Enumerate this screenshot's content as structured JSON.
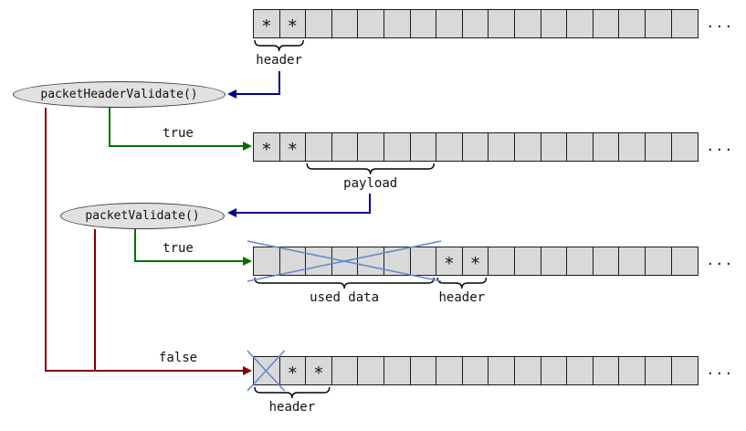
{
  "colors": {
    "cell_fill": "#d9d9d9",
    "cell_border": "#1c1c1c",
    "node_fill": "#e1e1e1",
    "node_border": "#3f3f3f",
    "arrow_blue": "#00008b",
    "arrow_green": "#007000",
    "arrow_red": "#7f0000",
    "cross_blue": "#6688cc",
    "text": "#111111"
  },
  "cell_symbol": "*",
  "nodes": [
    {
      "id": "packetHeaderValidate",
      "label": "packetHeaderValidate()"
    },
    {
      "id": "packetValidate",
      "label": "packetValidate()"
    }
  ],
  "edges": [
    {
      "id": "header-to-packetHeaderValidate",
      "label": "",
      "color": "blue"
    },
    {
      "id": "packetHeaderValidate-true",
      "label": "true",
      "color": "green"
    },
    {
      "id": "payload-to-packetValidate",
      "label": "",
      "color": "blue"
    },
    {
      "id": "packetValidate-true",
      "label": "true",
      "color": "green"
    },
    {
      "id": "validate-false",
      "label": "false",
      "color": "red"
    }
  ],
  "rows": [
    {
      "id": "row1",
      "cell_count": 17,
      "asterisk_cells": [
        0,
        1
      ],
      "crossed": null,
      "ellipsis": "...",
      "braces": [
        {
          "label": "header",
          "from_cell": 0,
          "to_cell": 1
        }
      ]
    },
    {
      "id": "row2",
      "cell_count": 17,
      "asterisk_cells": [
        0,
        1
      ],
      "crossed": null,
      "ellipsis": "...",
      "braces": [
        {
          "label": "payload",
          "from_cell": 2,
          "to_cell": 6
        }
      ]
    },
    {
      "id": "row3",
      "cell_count": 17,
      "asterisk_cells": [
        7,
        8
      ],
      "crossed": {
        "from_cell": 0,
        "to_cell": 6
      },
      "ellipsis": "...",
      "braces": [
        {
          "label": "used data",
          "from_cell": 0,
          "to_cell": 6
        },
        {
          "label": "header",
          "from_cell": 7,
          "to_cell": 8
        }
      ]
    },
    {
      "id": "row4",
      "cell_count": 17,
      "asterisk_cells": [
        1,
        2
      ],
      "crossed": {
        "from_cell": 0,
        "to_cell": 0
      },
      "ellipsis": "...",
      "braces": [
        {
          "label": "header",
          "from_cell": 0,
          "to_cell": 2
        }
      ]
    }
  ]
}
